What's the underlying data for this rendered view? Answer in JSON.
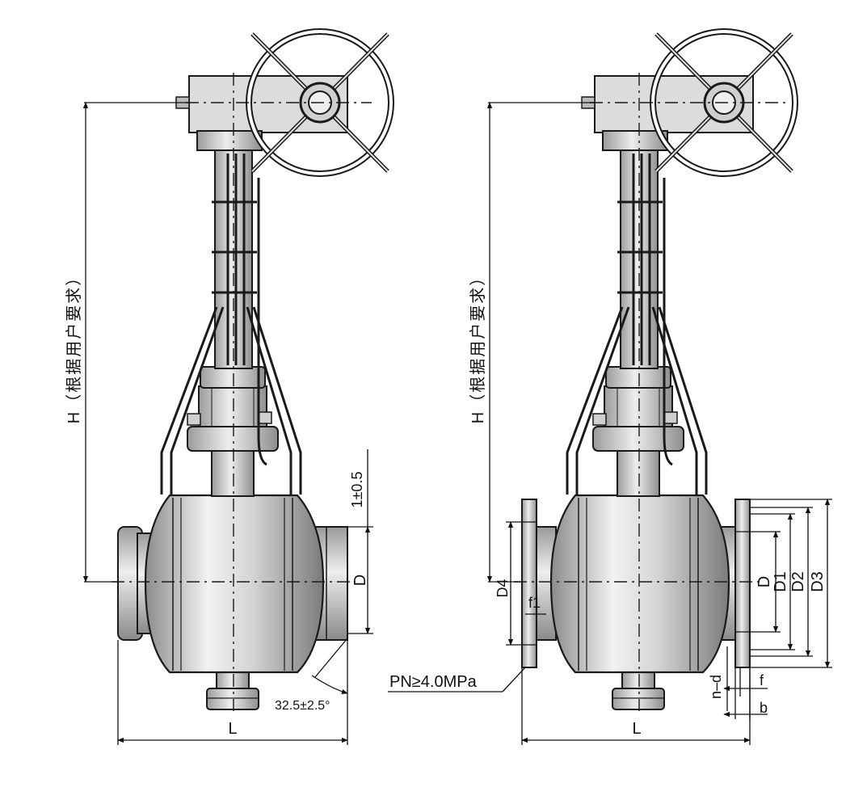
{
  "colors": {
    "outline": "#1a1a1a",
    "metal_light": "#e9e9e9",
    "metal_mid": "#bdbdbd",
    "metal_dark": "#8c8c8c",
    "background": "#ffffff"
  },
  "left_view": {
    "height_label": "H（根据用户要求）",
    "tolerance_label": "1±0.5",
    "bore_label": "D",
    "length_label": "L",
    "bevel_label": "32.5±2.5°"
  },
  "right_view": {
    "height_label": "H（根据用户要求）",
    "bore_label": "D",
    "d1_label": "D1",
    "d2_label": "D2",
    "d3_label": "D3",
    "d4_label": "D4",
    "f1_label": "f1",
    "f_label": "f",
    "b_label": "b",
    "bolts_label": "n–d",
    "length_label": "L",
    "pressure_note": "PN≥4.0MPa"
  }
}
